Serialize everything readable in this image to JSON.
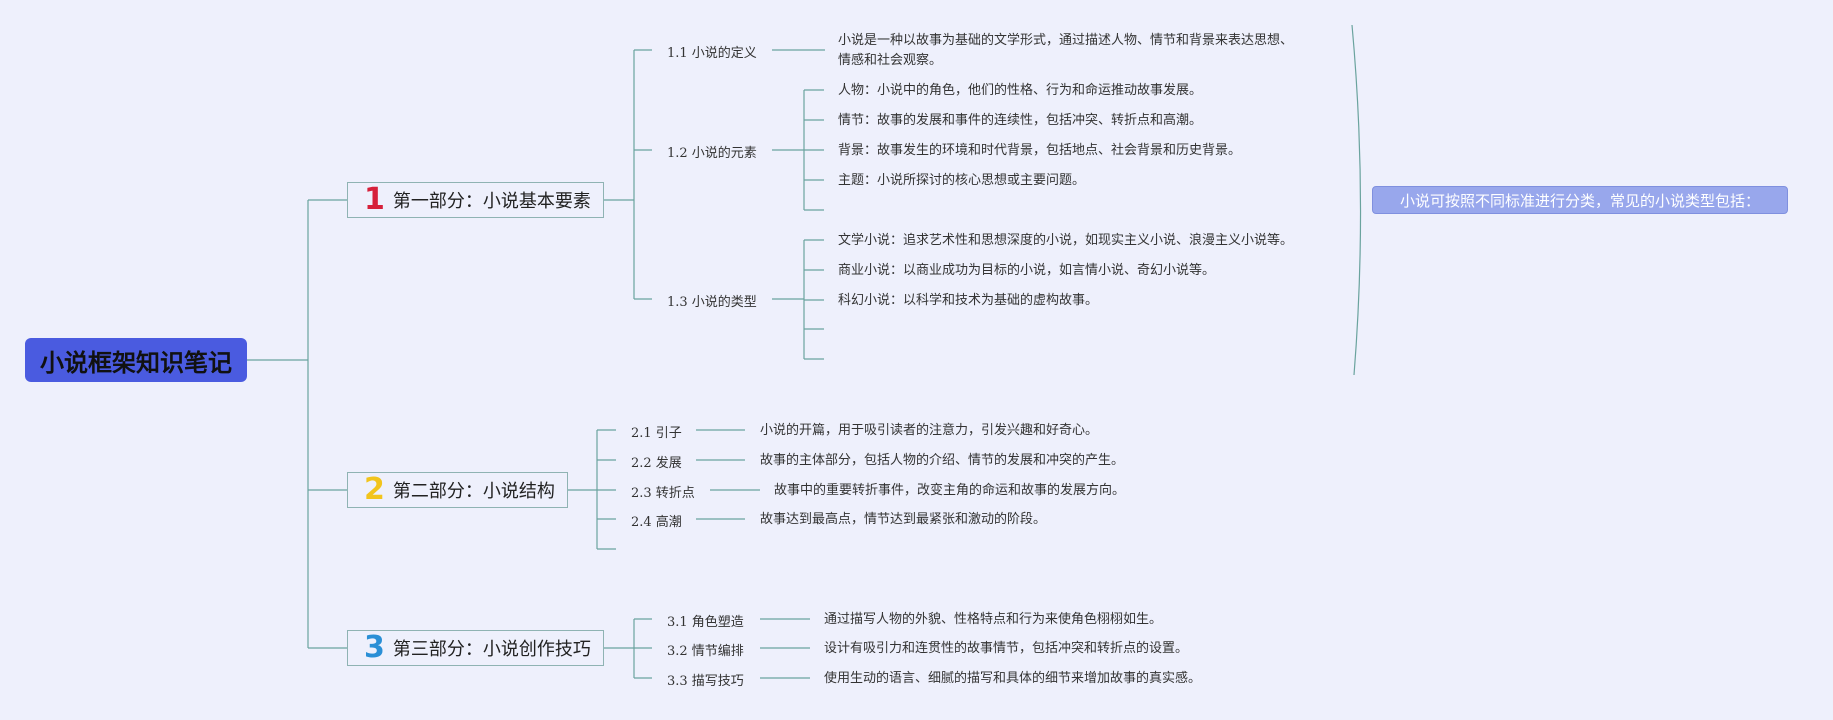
{
  "root": {
    "title": "小说框架知识笔记"
  },
  "parts": [
    {
      "num": "1",
      "num_color": "#d6203a",
      "title": "第一部分：小说基本要素",
      "subs": [
        {
          "label": "1.1 小说的定义",
          "leaves": [
            "小说是一种以故事为基础的文学形式，通过描述人物、情节和背景来表达思想、",
            "情感和社会观察。"
          ]
        },
        {
          "label": "1.2 小说的元素",
          "leaves": [
            "人物：小说中的角色，他们的性格、行为和命运推动故事发展。",
            "情节：故事的发展和事件的连续性，包括冲突、转折点和高潮。",
            "背景：故事发生的环境和时代背景，包括地点、社会背景和历史背景。",
            "主题：小说所探讨的核心思想或主要问题。"
          ]
        },
        {
          "label": "1.3 小说的类型",
          "leaves": [
            "文学小说：追求艺术性和思想深度的小说，如现实主义小说、浪漫主义小说等。",
            "商业小说：以商业成功为目标的小说，如言情小说、奇幻小说等。",
            "科幻小说：以科学和技术为基础的虚构故事。"
          ]
        }
      ]
    },
    {
      "num": "2",
      "num_color": "#f2c41c",
      "title": "第二部分：小说结构",
      "subs": [
        {
          "label": "2.1 引子",
          "leaves": [
            "小说的开篇，用于吸引读者的注意力，引发兴趣和好奇心。"
          ]
        },
        {
          "label": "2.2 发展",
          "leaves": [
            "故事的主体部分，包括人物的介绍、情节的发展和冲突的产生。"
          ]
        },
        {
          "label": "2.3 转折点",
          "leaves": [
            "故事中的重要转折事件，改变主角的命运和故事的发展方向。"
          ]
        },
        {
          "label": "2.4 高潮",
          "leaves": [
            "故事达到最高点，情节达到最紧张和激动的阶段。"
          ]
        }
      ]
    },
    {
      "num": "3",
      "num_color": "#2a8fd6",
      "title": "第三部分：小说创作技巧",
      "subs": [
        {
          "label": "3.1 角色塑造",
          "leaves": [
            "通过描写人物的外貌、性格特点和行为来使角色栩栩如生。"
          ]
        },
        {
          "label": "3.2 情节编排",
          "leaves": [
            "设计有吸引力和连贯性的故事情节，包括冲突和转折点的设置。"
          ]
        },
        {
          "label": "3.3 描写技巧",
          "leaves": [
            "使用生动的语言、细腻的描写和具体的细节来增加故事的真实感。"
          ]
        }
      ]
    }
  ],
  "summary": {
    "text": "小说可按照不同标准进行分类，常见的小说类型包括："
  },
  "colors": {
    "line": "#6aa39e",
    "root_bg": "#4a5be0",
    "summary_bg": "#98a7ec"
  }
}
